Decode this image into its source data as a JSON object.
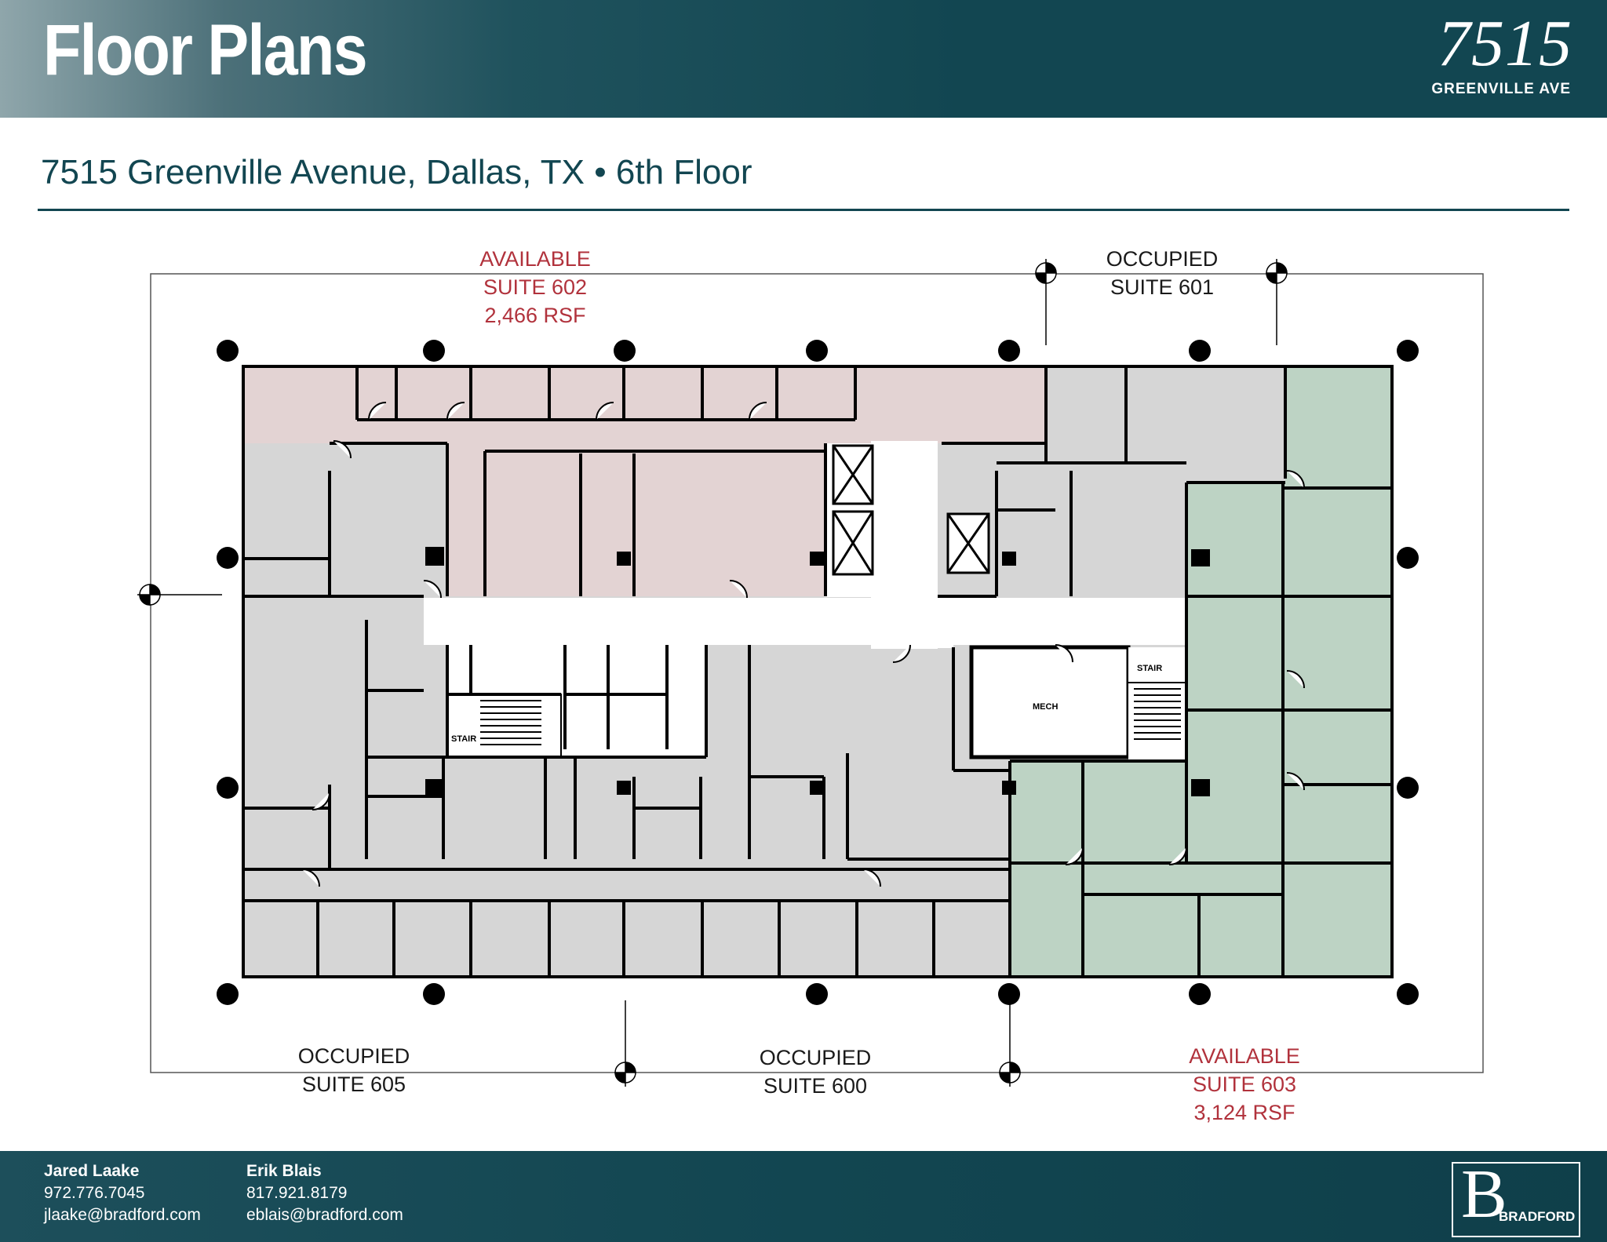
{
  "header": {
    "title": "Floor Plans",
    "logo_number": "7515",
    "logo_street": "GREENVILLE AVE"
  },
  "subtitle": "7515 Greenville Avenue, Dallas, TX • 6th Floor",
  "plan": {
    "colors": {
      "suite_602": "#e3d3d3",
      "suite_603": "#bdd3c4",
      "occupied": "#d6d6d6",
      "corridor": "#ffffff",
      "wall": "#000000",
      "available_text": "#b1323c"
    },
    "room_labels": {
      "stair_left": "STAIR",
      "stair_right": "STAIR",
      "mech": "MECH"
    },
    "suites": [
      {
        "status": "AVAILABLE",
        "suite": "SUITE 602",
        "area": "2,466 RSF"
      },
      {
        "status": "OCCUPIED",
        "suite": "SUITE 601"
      },
      {
        "status": "OCCUPIED",
        "suite": "SUITE 605"
      },
      {
        "status": "OCCUPIED",
        "suite": "SUITE 600"
      },
      {
        "status": "AVAILABLE",
        "suite": "SUITE 603",
        "area": "3,124 RSF"
      }
    ]
  },
  "contacts": [
    {
      "name": "Jared Laake",
      "phone": "972.776.7045",
      "email": "jlaake@bradford.com"
    },
    {
      "name": "Erik Blais",
      "phone": "817.921.8179",
      "email": "eblais@bradford.com"
    }
  ],
  "brand": {
    "letter": "B",
    "name": "BRADFORD"
  }
}
